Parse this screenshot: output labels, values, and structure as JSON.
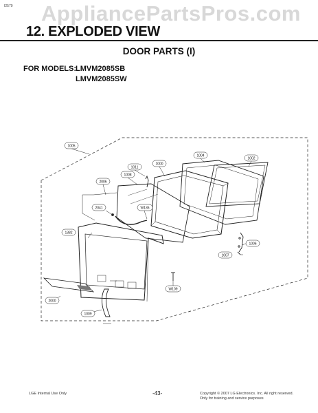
{
  "watermark": "AppliancePartsPros.com",
  "top_note": "I2579",
  "header": {
    "section_title": "12. EXPLODED VIEW",
    "page_heading": "DOOR PARTS (I)"
  },
  "models": {
    "label": "FOR MODELS:",
    "items": [
      "LMVM2085SB",
      "LMVM2085SW"
    ]
  },
  "diagram": {
    "part_labels": {
      "p1005": "1005",
      "p1011": "1011",
      "p1000": "1000",
      "p1004": "1004",
      "p1002": "1002",
      "p2006": "2006",
      "p1008": "1008",
      "p2041": "2041",
      "pW136": "W136",
      "p1382": "1382",
      "p1006": "1006",
      "p1007": "1007",
      "p2000": "2000",
      "pW109": "W109",
      "p1009": "1009"
    }
  },
  "footer": {
    "left": "LGE Internal Use Only",
    "page_number": "-43-",
    "copyright": "Copyright © 2007 LG Electronics. Inc. All right reserved.",
    "training_note": "Only for training and service purposes"
  }
}
